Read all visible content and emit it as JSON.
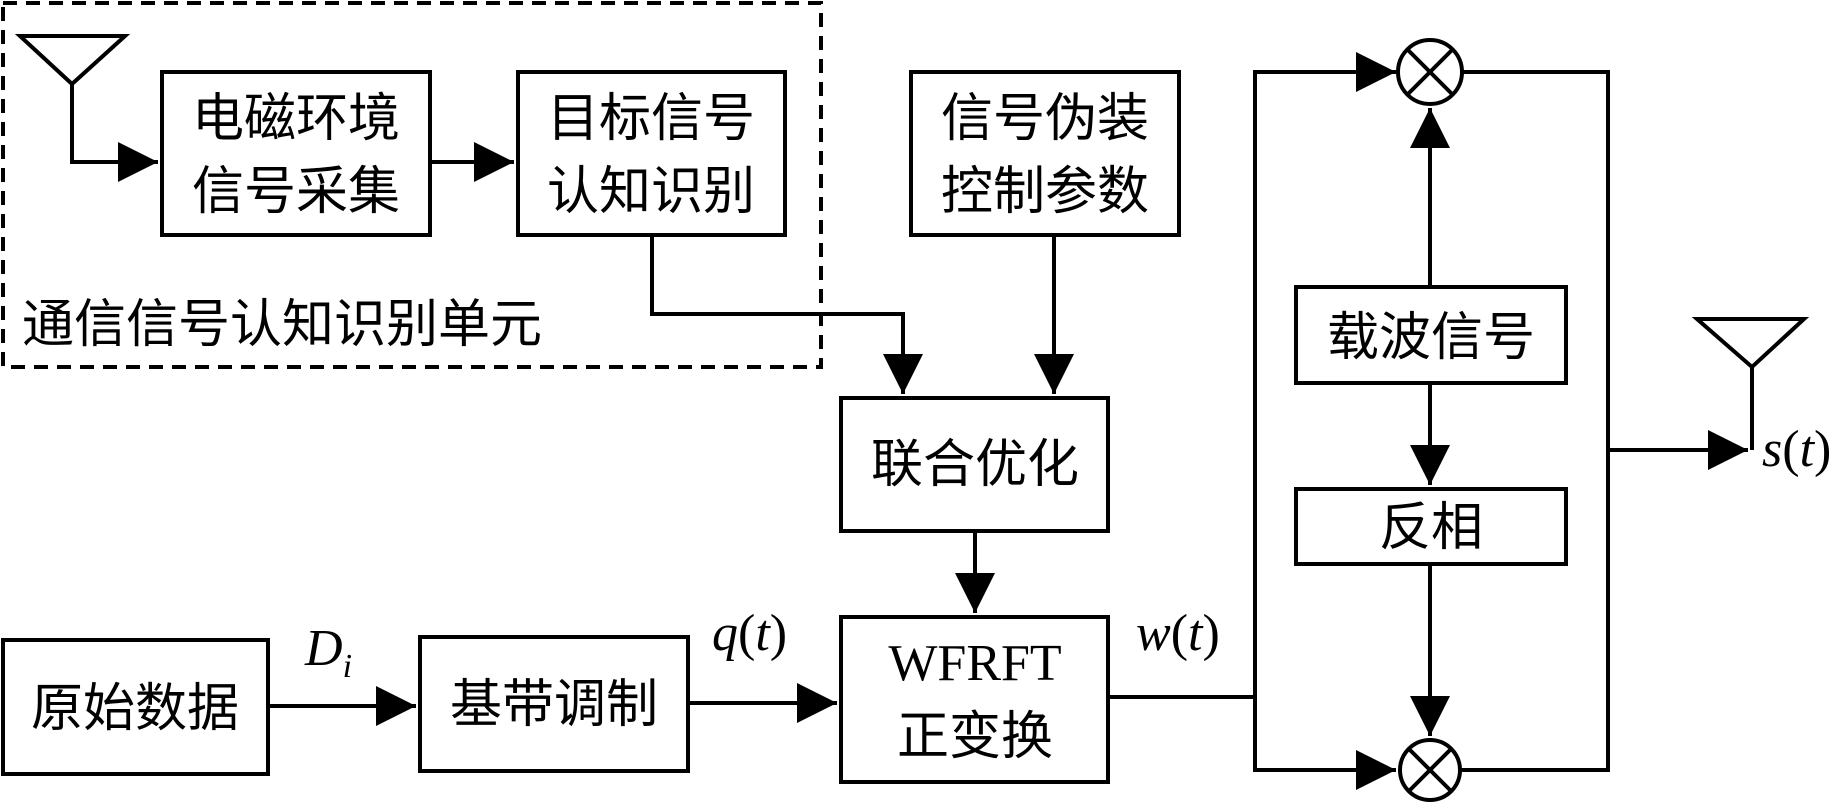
{
  "unit_label": "通信信号认知识别单元",
  "blocks": {
    "env_collect": {
      "line1": "电磁环境",
      "line2": "信号采集"
    },
    "target_recognition": {
      "line1": "目标信号",
      "line2": "认知识别"
    },
    "camouflage_params": {
      "line1": "信号伪装",
      "line2": "控制参数"
    },
    "joint_opt": {
      "label": "联合优化"
    },
    "carrier": {
      "label": "载波信号"
    },
    "inverter": {
      "label": "反相"
    },
    "raw_data": {
      "label": "原始数据"
    },
    "baseband_mod": {
      "label": "基带调制"
    },
    "wfrft": {
      "line1": "WFRFT",
      "line2": "正变换"
    }
  },
  "signals": {
    "di": {
      "base": "D",
      "sub": "i"
    },
    "qt": {
      "base": "q",
      "arg": "t"
    },
    "wt": {
      "base": "w",
      "arg": "t"
    },
    "st": {
      "base": "s",
      "arg": "t"
    }
  }
}
